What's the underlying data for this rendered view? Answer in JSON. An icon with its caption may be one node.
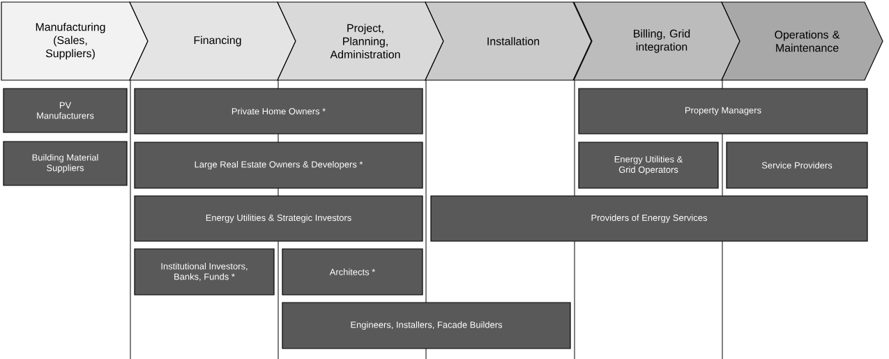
{
  "diagram": {
    "nodes": [
      {
        "text": [
          "Manufacturing (Sales, Suppliers)"
        ]
      },
      {
        "text": [
          "Financing"
        ]
      },
      {
        "text": [
          "Project, Planning, Administration"
        ]
      },
      {
        "text": [
          "Installation"
        ]
      },
      {
        "text": [
          "Billing, Grid integration"
        ]
      },
      {
        "text": [
          "Operations & Maintenance"
        ]
      },
      {
        "text": [
          "PV Manufacturers"
        ]
      },
      {
        "text": [
          "Private Home Owners *"
        ]
      },
      {
        "text": [
          "Property Managers"
        ]
      },
      {
        "text": [
          "Building Material Suppliers"
        ]
      },
      {
        "text": [
          "Large Real Estate Owners & Developers *"
        ]
      },
      {
        "text": [
          "Energy Utilities & Grid Operators"
        ]
      },
      {
        "text": [
          "Service Providers"
        ]
      },
      {
        "text": [
          "Energy Utilities & Strategic Investors"
        ]
      },
      {
        "text": [
          "Providers of Energy Services"
        ]
      },
      {
        "text": [
          "Institutional Investors, Banks, Funds *"
        ]
      },
      {
        "text": [
          "Architects *"
        ]
      },
      {
        "text": [
          "Engineers, Installers, Facade Builders"
        ]
      }
    ]
  }
}
